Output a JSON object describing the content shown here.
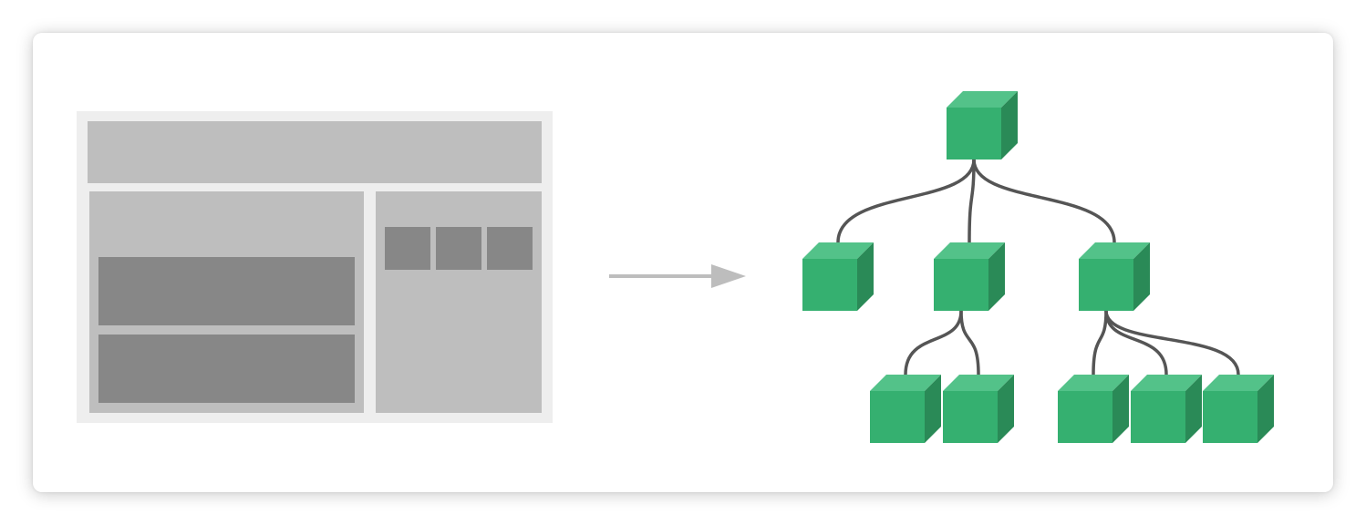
{
  "diagram": {
    "colors": {
      "card_background": "#ffffff",
      "page_frame": "#eeeeee",
      "layout_block_light": "#bebebe",
      "layout_block_dark": "#878787",
      "arrow": "#bdbdbd",
      "cube_front": "#35b070",
      "cube_top": "#53c289",
      "cube_side": "#2a8a57",
      "connector": "#555555"
    },
    "page_layout": {
      "regions": [
        "header",
        "main",
        "main-article-1",
        "main-article-2",
        "aside",
        "aside-item-1",
        "aside-item-2",
        "aside-item-3"
      ]
    },
    "component_tree": {
      "root": {
        "children": [
          {
            "children": []
          },
          {
            "children": [
              {
                "children": []
              },
              {
                "children": []
              }
            ]
          },
          {
            "children": [
              {
                "children": []
              },
              {
                "children": []
              },
              {
                "children": []
              }
            ]
          }
        ]
      }
    }
  }
}
